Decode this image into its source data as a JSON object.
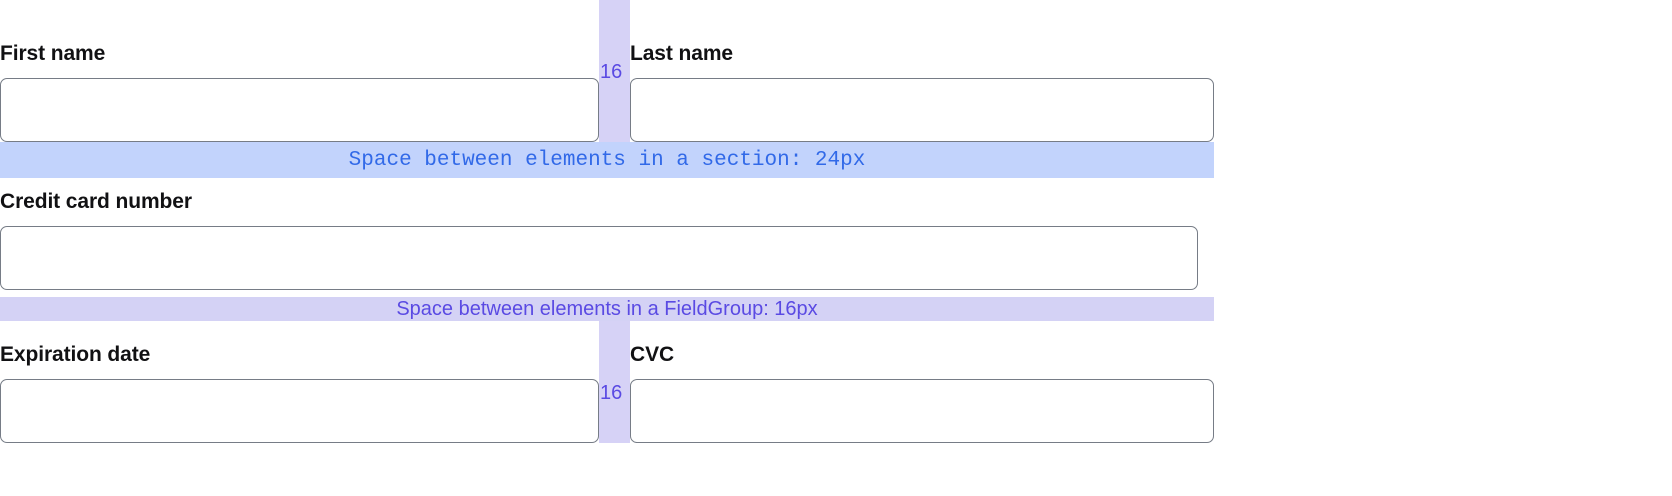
{
  "form": {
    "rows": [
      {
        "type": "pair",
        "left": {
          "label": "First name",
          "value": "",
          "placeholder": ""
        },
        "gap": {
          "value": "16"
        },
        "right": {
          "label": "Last name",
          "value": "",
          "placeholder": ""
        }
      },
      {
        "type": "band",
        "band_kind": "section",
        "text": "Space between elements in a section: 24px"
      },
      {
        "type": "single",
        "field": {
          "label": "Credit card number",
          "value": "",
          "placeholder": ""
        }
      },
      {
        "type": "band",
        "band_kind": "fieldgroup",
        "text": "Space between elements in a FieldGroup: 16px"
      },
      {
        "type": "pair",
        "left": {
          "label": "Expiration date",
          "value": "",
          "placeholder": ""
        },
        "gap": {
          "value": "16"
        },
        "right": {
          "label": "CVC",
          "value": "",
          "placeholder": ""
        }
      }
    ]
  },
  "colors": {
    "section_band_bg": "#c2d3fc",
    "section_band_text": "#3169e8",
    "fieldgroup_band_bg": "#d4d2f5",
    "fieldgroup_band_text": "#5a4ae3",
    "gap_marker_bg": "#d6d2f6",
    "gap_marker_text": "#5a4ae3",
    "input_border": "#767c86",
    "label_text": "#111113",
    "page_bg": "#ffffff"
  }
}
